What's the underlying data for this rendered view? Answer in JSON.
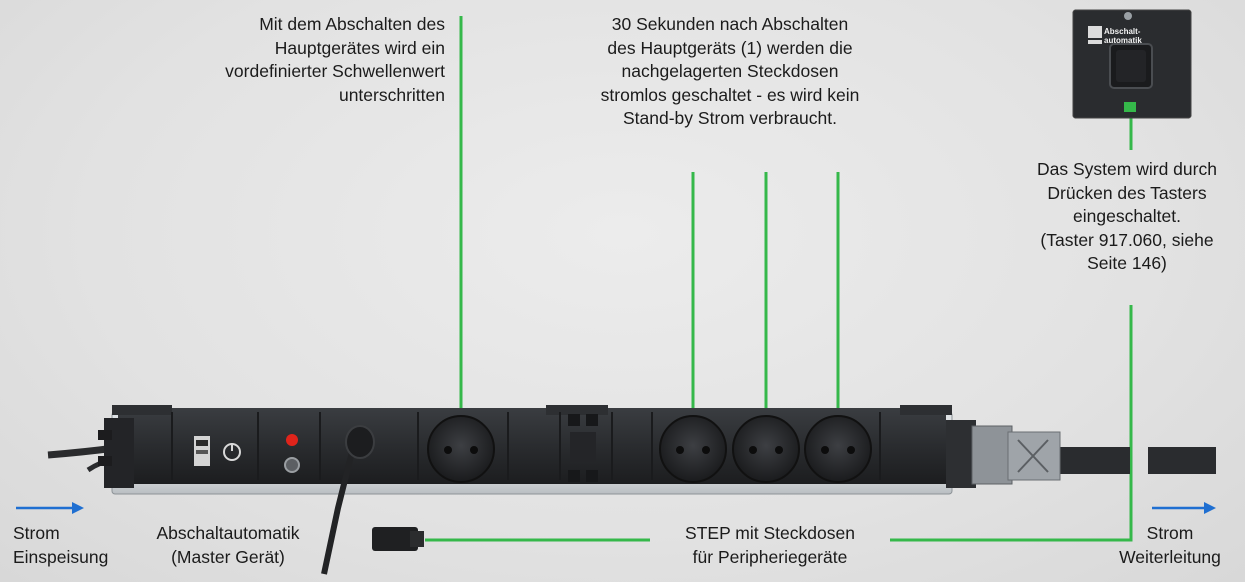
{
  "annotations": {
    "master_threshold": "Mit dem Abschalten des\nHauptgerätes wird ein\nvordefinierter Schwellenwert\nunterschritten",
    "timer_description": "30 Sekunden nach Abschalten\ndes Hauptgeräts (1) werden die\nnachgelagerten Steckdosen\nstromlos geschaltet - es wird kein\nStand-by Strom verbraucht.",
    "button_description": "Das System wird durch\nDrücken des Tasters\neingeschaltet.\n(Taster 917.060, siehe\nSeite 146)",
    "power_in": "Strom\nEinspeisung",
    "master_device": "Abschaltautomatik\n(Master Gerät)",
    "step_outlets": "STEP mit Steckdosen\nfür Peripheriegeräte",
    "power_out": "Strom\nWeiterleitung"
  },
  "device": {
    "module_label": "Abschalt-\nautomatik"
  },
  "colors": {
    "line_green": "#35b84a",
    "arrow_blue": "#1f6fd1",
    "body_dark": "#2a2c2f",
    "indicator_red": "#e0241b"
  }
}
